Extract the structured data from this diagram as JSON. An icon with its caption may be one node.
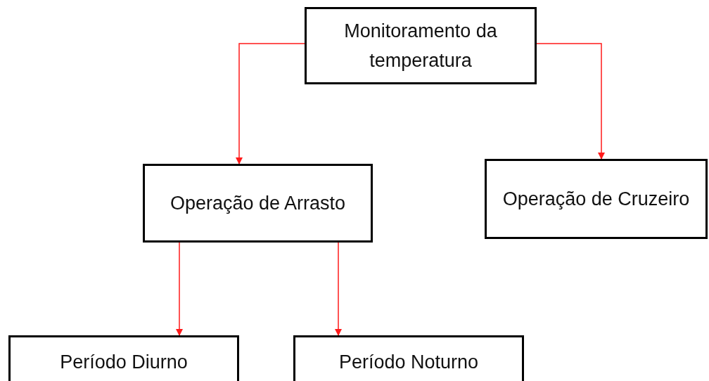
{
  "diagram": {
    "nodes": [
      {
        "text": [
          "Monitoramento da temperatura"
        ]
      },
      {
        "text": [
          "Operação de Arrasto"
        ]
      },
      {
        "text": [
          "Operação de Cruzeiro"
        ]
      },
      {
        "text": [
          "Período Diurno"
        ]
      },
      {
        "text": [
          "Período Noturno"
        ]
      }
    ],
    "edges": [
      {
        "from": 0,
        "to": 1,
        "arrow": "to"
      },
      {
        "from": 0,
        "to": 2,
        "arrow": "to"
      },
      {
        "from": 1,
        "to": 3,
        "arrow": "to"
      },
      {
        "from": 1,
        "to": 4,
        "arrow": "to"
      }
    ]
  }
}
